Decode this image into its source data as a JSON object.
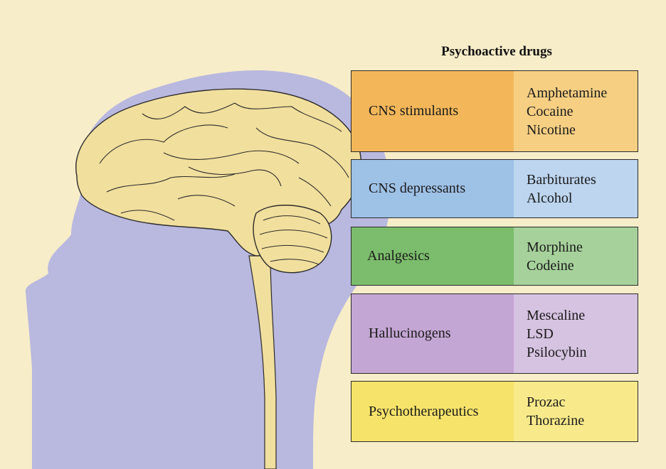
{
  "title": "Psychoactive drugs",
  "categories": [
    {
      "label": "CNS stimulants",
      "drugs": [
        "Amphetamine",
        "Cocaine",
        "Nicotine"
      ],
      "color": "#f3b75a",
      "drug_color": "#f6cf83"
    },
    {
      "label": "CNS depressants",
      "drugs": [
        "Barbiturates",
        "Alcohol"
      ],
      "color": "#9ec1e6",
      "drug_color": "#bdd5ef"
    },
    {
      "label": "Analgesics",
      "drugs": [
        "Morphine",
        "Codeine"
      ],
      "color": "#7bbd6c",
      "drug_color": "#a6d19b"
    },
    {
      "label": "Hallucinogens",
      "drugs": [
        "Mescaline",
        "LSD",
        "Psilocybin"
      ],
      "color": "#c4a6d4",
      "drug_color": "#d6c3e1"
    },
    {
      "label": "Psychotherapeutics",
      "drugs": [
        "Prozac",
        "Thorazine"
      ],
      "color": "#f6e36a",
      "drug_color": "#f8ea8a"
    }
  ],
  "colors": {
    "head": "#b9b8df",
    "brain": "#f1df9d",
    "page": "#f7edc9",
    "outline": "#2b2b2b"
  }
}
